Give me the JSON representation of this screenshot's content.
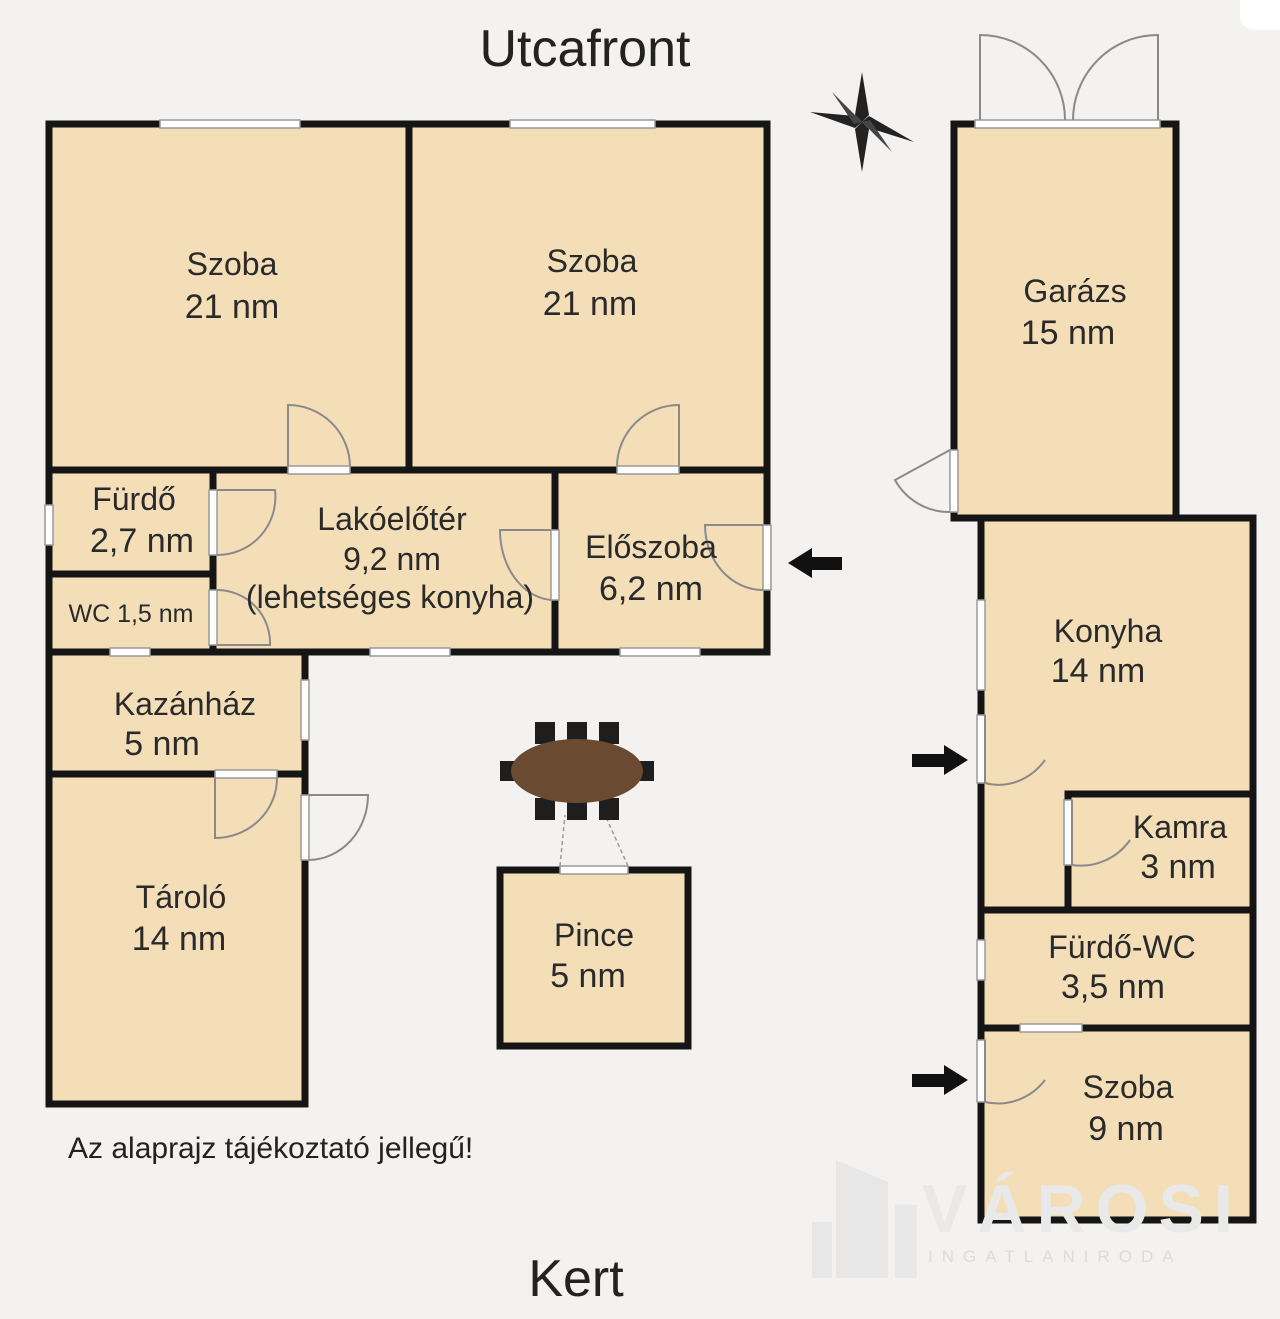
{
  "street_label": "Utcafront",
  "garden_label": "Kert",
  "disclaimer": "Az alaprajz tájékoztató jellegű!",
  "logo": {
    "name": "VÁROSI",
    "tagline": "INGATLANIRODA"
  },
  "rooms": {
    "szoba1": {
      "label": "Szoba",
      "area": "21 nm"
    },
    "szoba2": {
      "label": "Szoba",
      "area": "21 nm"
    },
    "garazs": {
      "label": "Garázs",
      "area": "15 nm"
    },
    "furdo": {
      "label": "Fürdő",
      "area": "2,7 nm"
    },
    "wc": {
      "label": "WC 1,5 nm"
    },
    "lakoeloter": {
      "label": "Lakóelőtér",
      "area": "9,2 nm",
      "note": "(lehetséges konyha)"
    },
    "eloszoba": {
      "label": "Előszoba",
      "area": "6,2 nm"
    },
    "konyha": {
      "label": "Konyha",
      "area": "14 nm"
    },
    "kazanhaz": {
      "label": "Kazánház",
      "area": "5 nm"
    },
    "kamra": {
      "label": "Kamra",
      "area": "3 nm"
    },
    "taroló": {
      "label": "Tároló",
      "area": "14 nm"
    },
    "pince": {
      "label": "Pince",
      "area": "5 nm"
    },
    "furdowc": {
      "label": "Fürdő-WC",
      "area": "3,5 nm"
    },
    "szoba3": {
      "label": "Szoba",
      "area": "9 nm"
    }
  },
  "colors": {
    "room_fill": "#f3deb8",
    "wall": "#151515",
    "background": "#f3f2f0",
    "table": "#6b4a32"
  }
}
